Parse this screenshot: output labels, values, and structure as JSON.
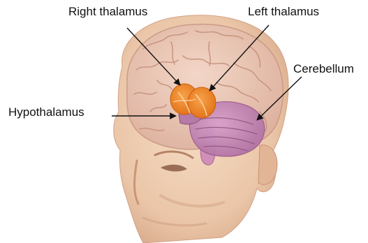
{
  "labels": {
    "right_thalamus": "Right thalamus",
    "left_thalamus": "Left thalamus",
    "cerebellum": "Cerebellum",
    "hypothalamus": "Hypothalamus"
  },
  "colors": {
    "background": "#ffffff",
    "skin": "#efcfb4",
    "skin_shadow": "#d9ad8f",
    "brain": "#e9c2b0",
    "gyri": "#c99986",
    "thalamus": "#f08a2a",
    "cerebellum": "#c68ab6",
    "arrow": "#111111"
  }
}
